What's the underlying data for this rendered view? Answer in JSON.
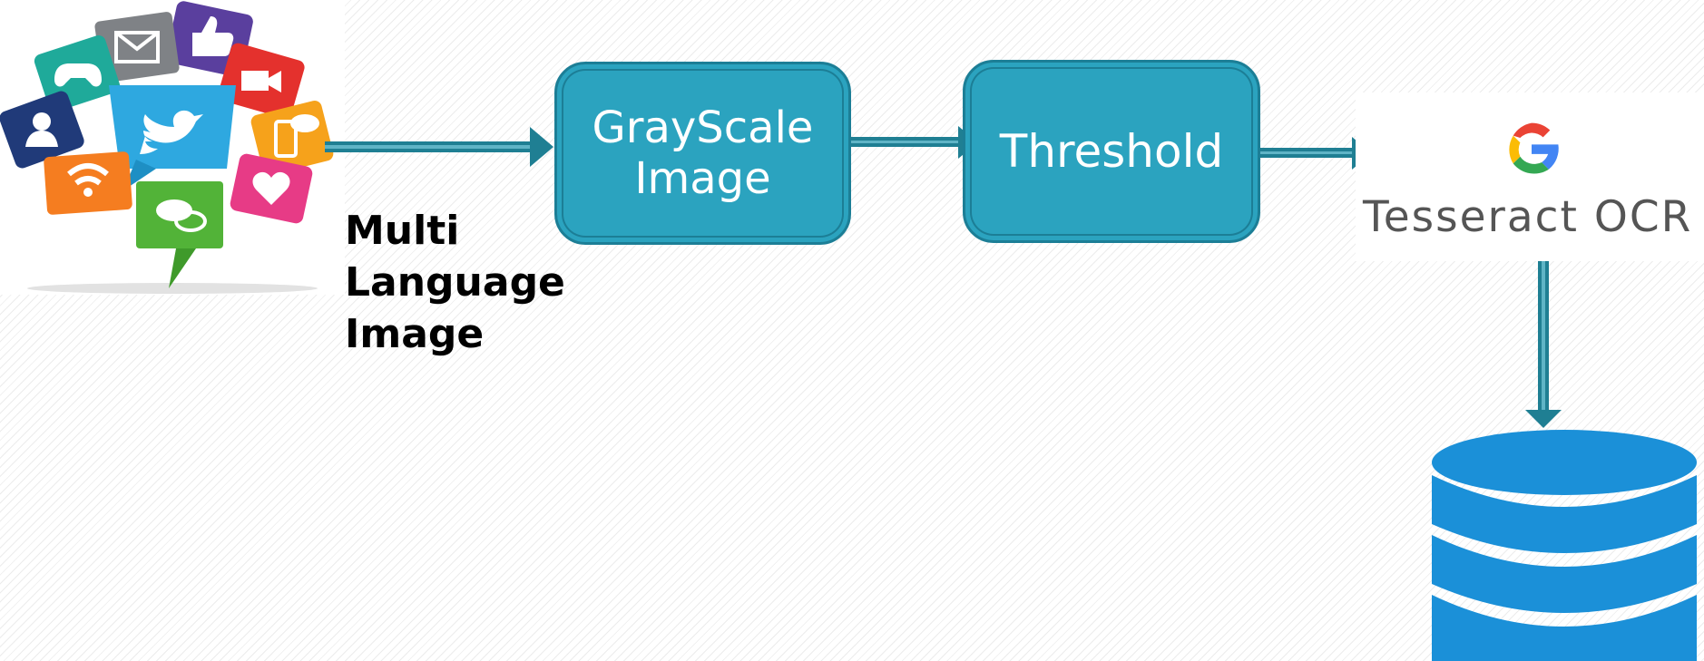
{
  "diagram": {
    "source_caption": [
      "Multi",
      "Language",
      "Image"
    ],
    "steps": [
      {
        "label_lines": [
          "GrayScale",
          "Image"
        ]
      },
      {
        "label_lines": [
          "Threshold"
        ]
      }
    ],
    "ocr_label": "Tesseract OCR"
  },
  "colors": {
    "box_fill": "#2ba3bf",
    "box_border": "#1c7e96",
    "arrow": "#1f7f93",
    "database": "#1b90d8"
  },
  "icons": [
    "social-media-icon-cluster",
    "google-g-logo",
    "database-icon"
  ]
}
